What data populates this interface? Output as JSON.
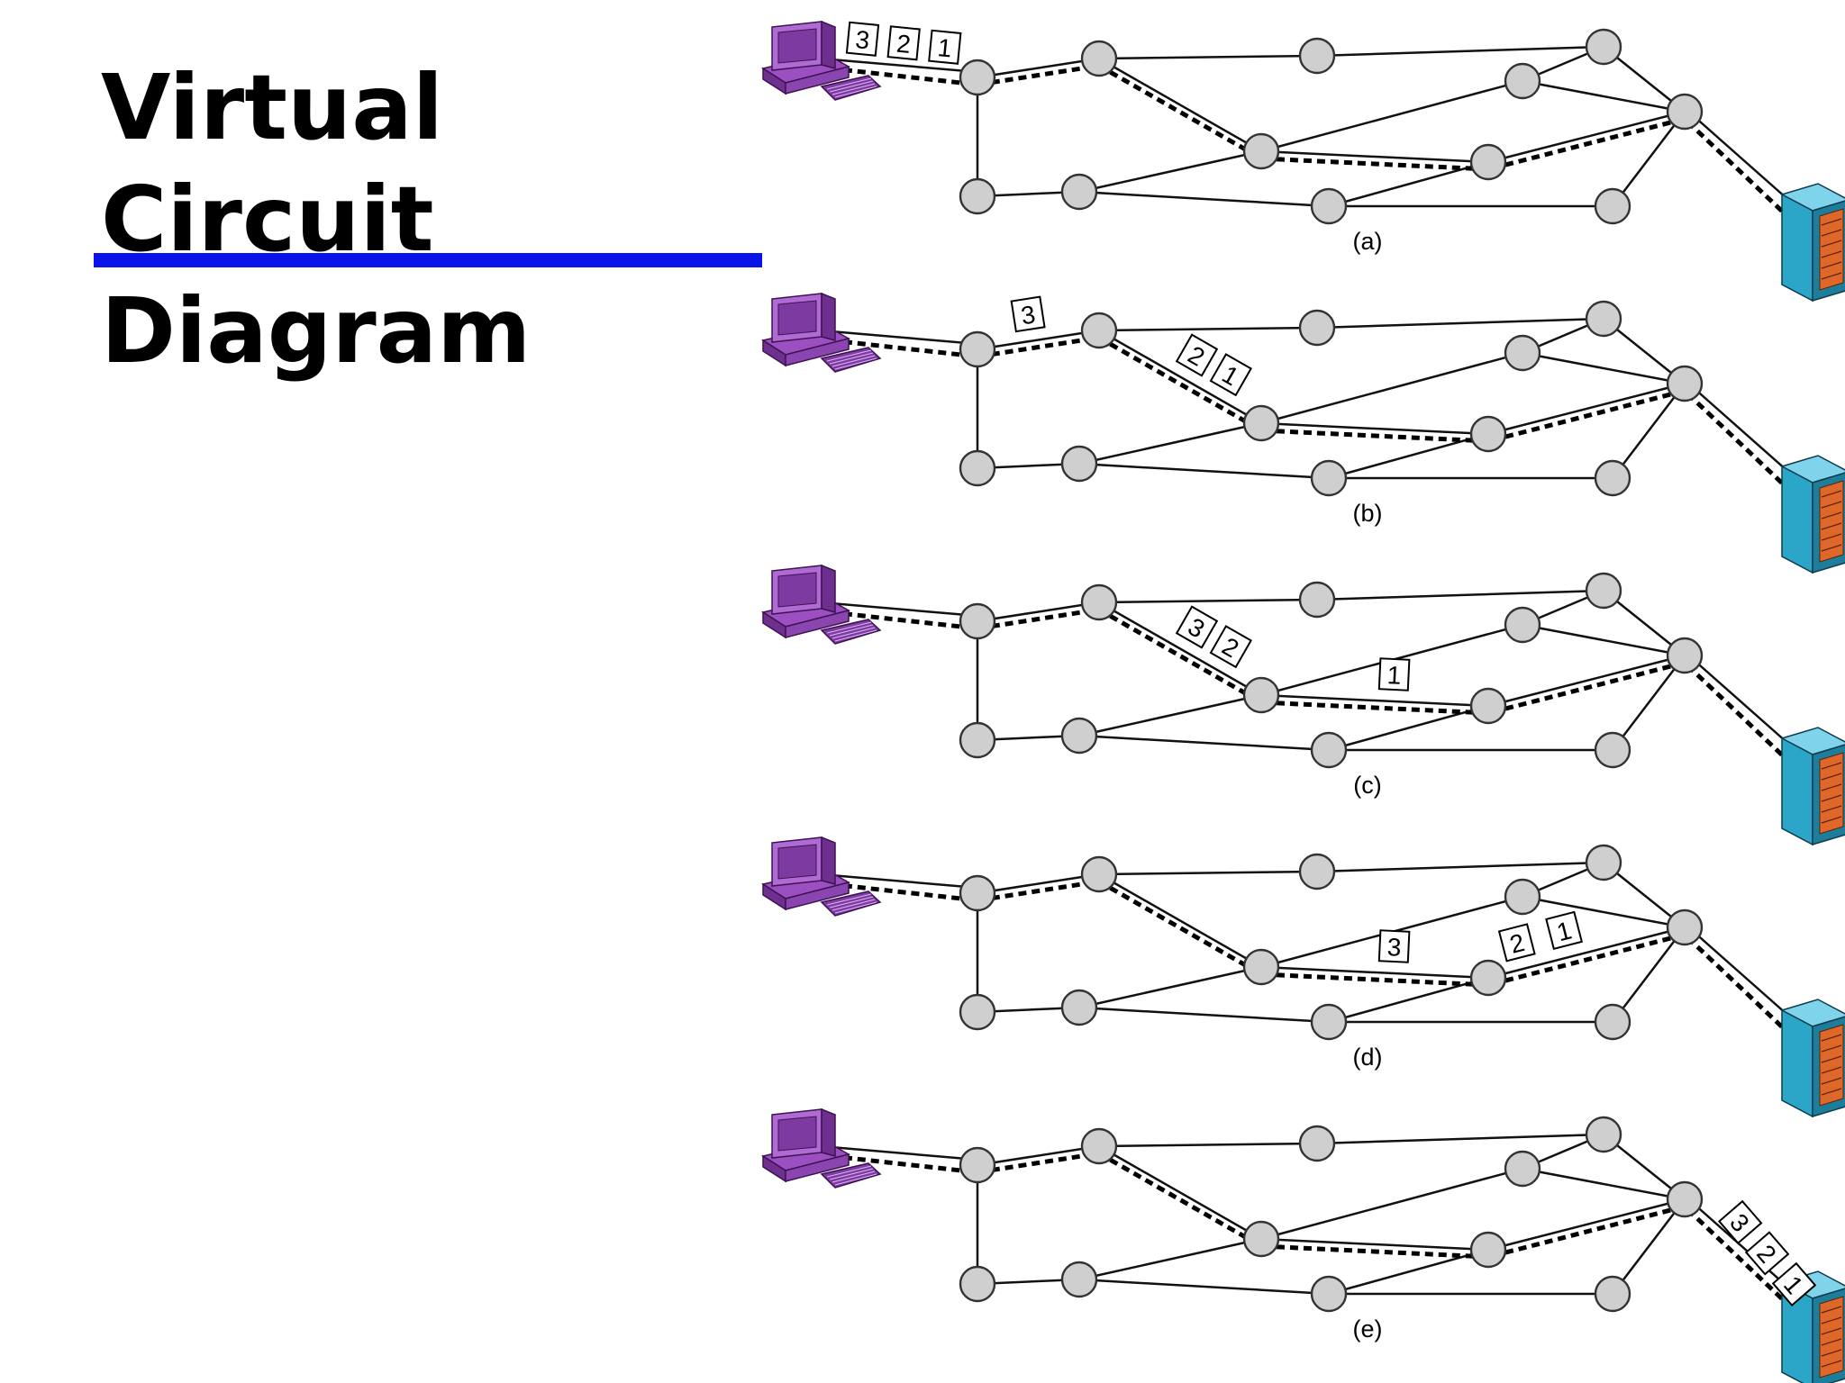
{
  "title": {
    "lines": [
      "Virtual",
      "Circuit",
      "Diagram"
    ]
  },
  "colors": {
    "rule": "#0a14e8",
    "host": "#9c4fc0",
    "server": "#2ba6c9",
    "server_rack": "#e0672a",
    "node": "#cfcfcf"
  },
  "icons": {
    "source": "desktop-computer-icon",
    "destination": "server-tower-icon"
  },
  "panels": [
    {
      "label": "(a)",
      "packets": [
        {
          "n": "3"
        },
        {
          "n": "2"
        },
        {
          "n": "1"
        }
      ]
    },
    {
      "label": "(b)",
      "packets": [
        {
          "n": "3"
        },
        {
          "n": "2"
        },
        {
          "n": "1"
        }
      ]
    },
    {
      "label": "(c)",
      "packets": [
        {
          "n": "3"
        },
        {
          "n": "2"
        },
        {
          "n": "1"
        }
      ]
    },
    {
      "label": "(d)",
      "packets": [
        {
          "n": "3"
        },
        {
          "n": "2"
        },
        {
          "n": "1"
        }
      ]
    },
    {
      "label": "(e)",
      "packets": [
        {
          "n": "3"
        },
        {
          "n": "2"
        },
        {
          "n": "1"
        }
      ]
    }
  ]
}
